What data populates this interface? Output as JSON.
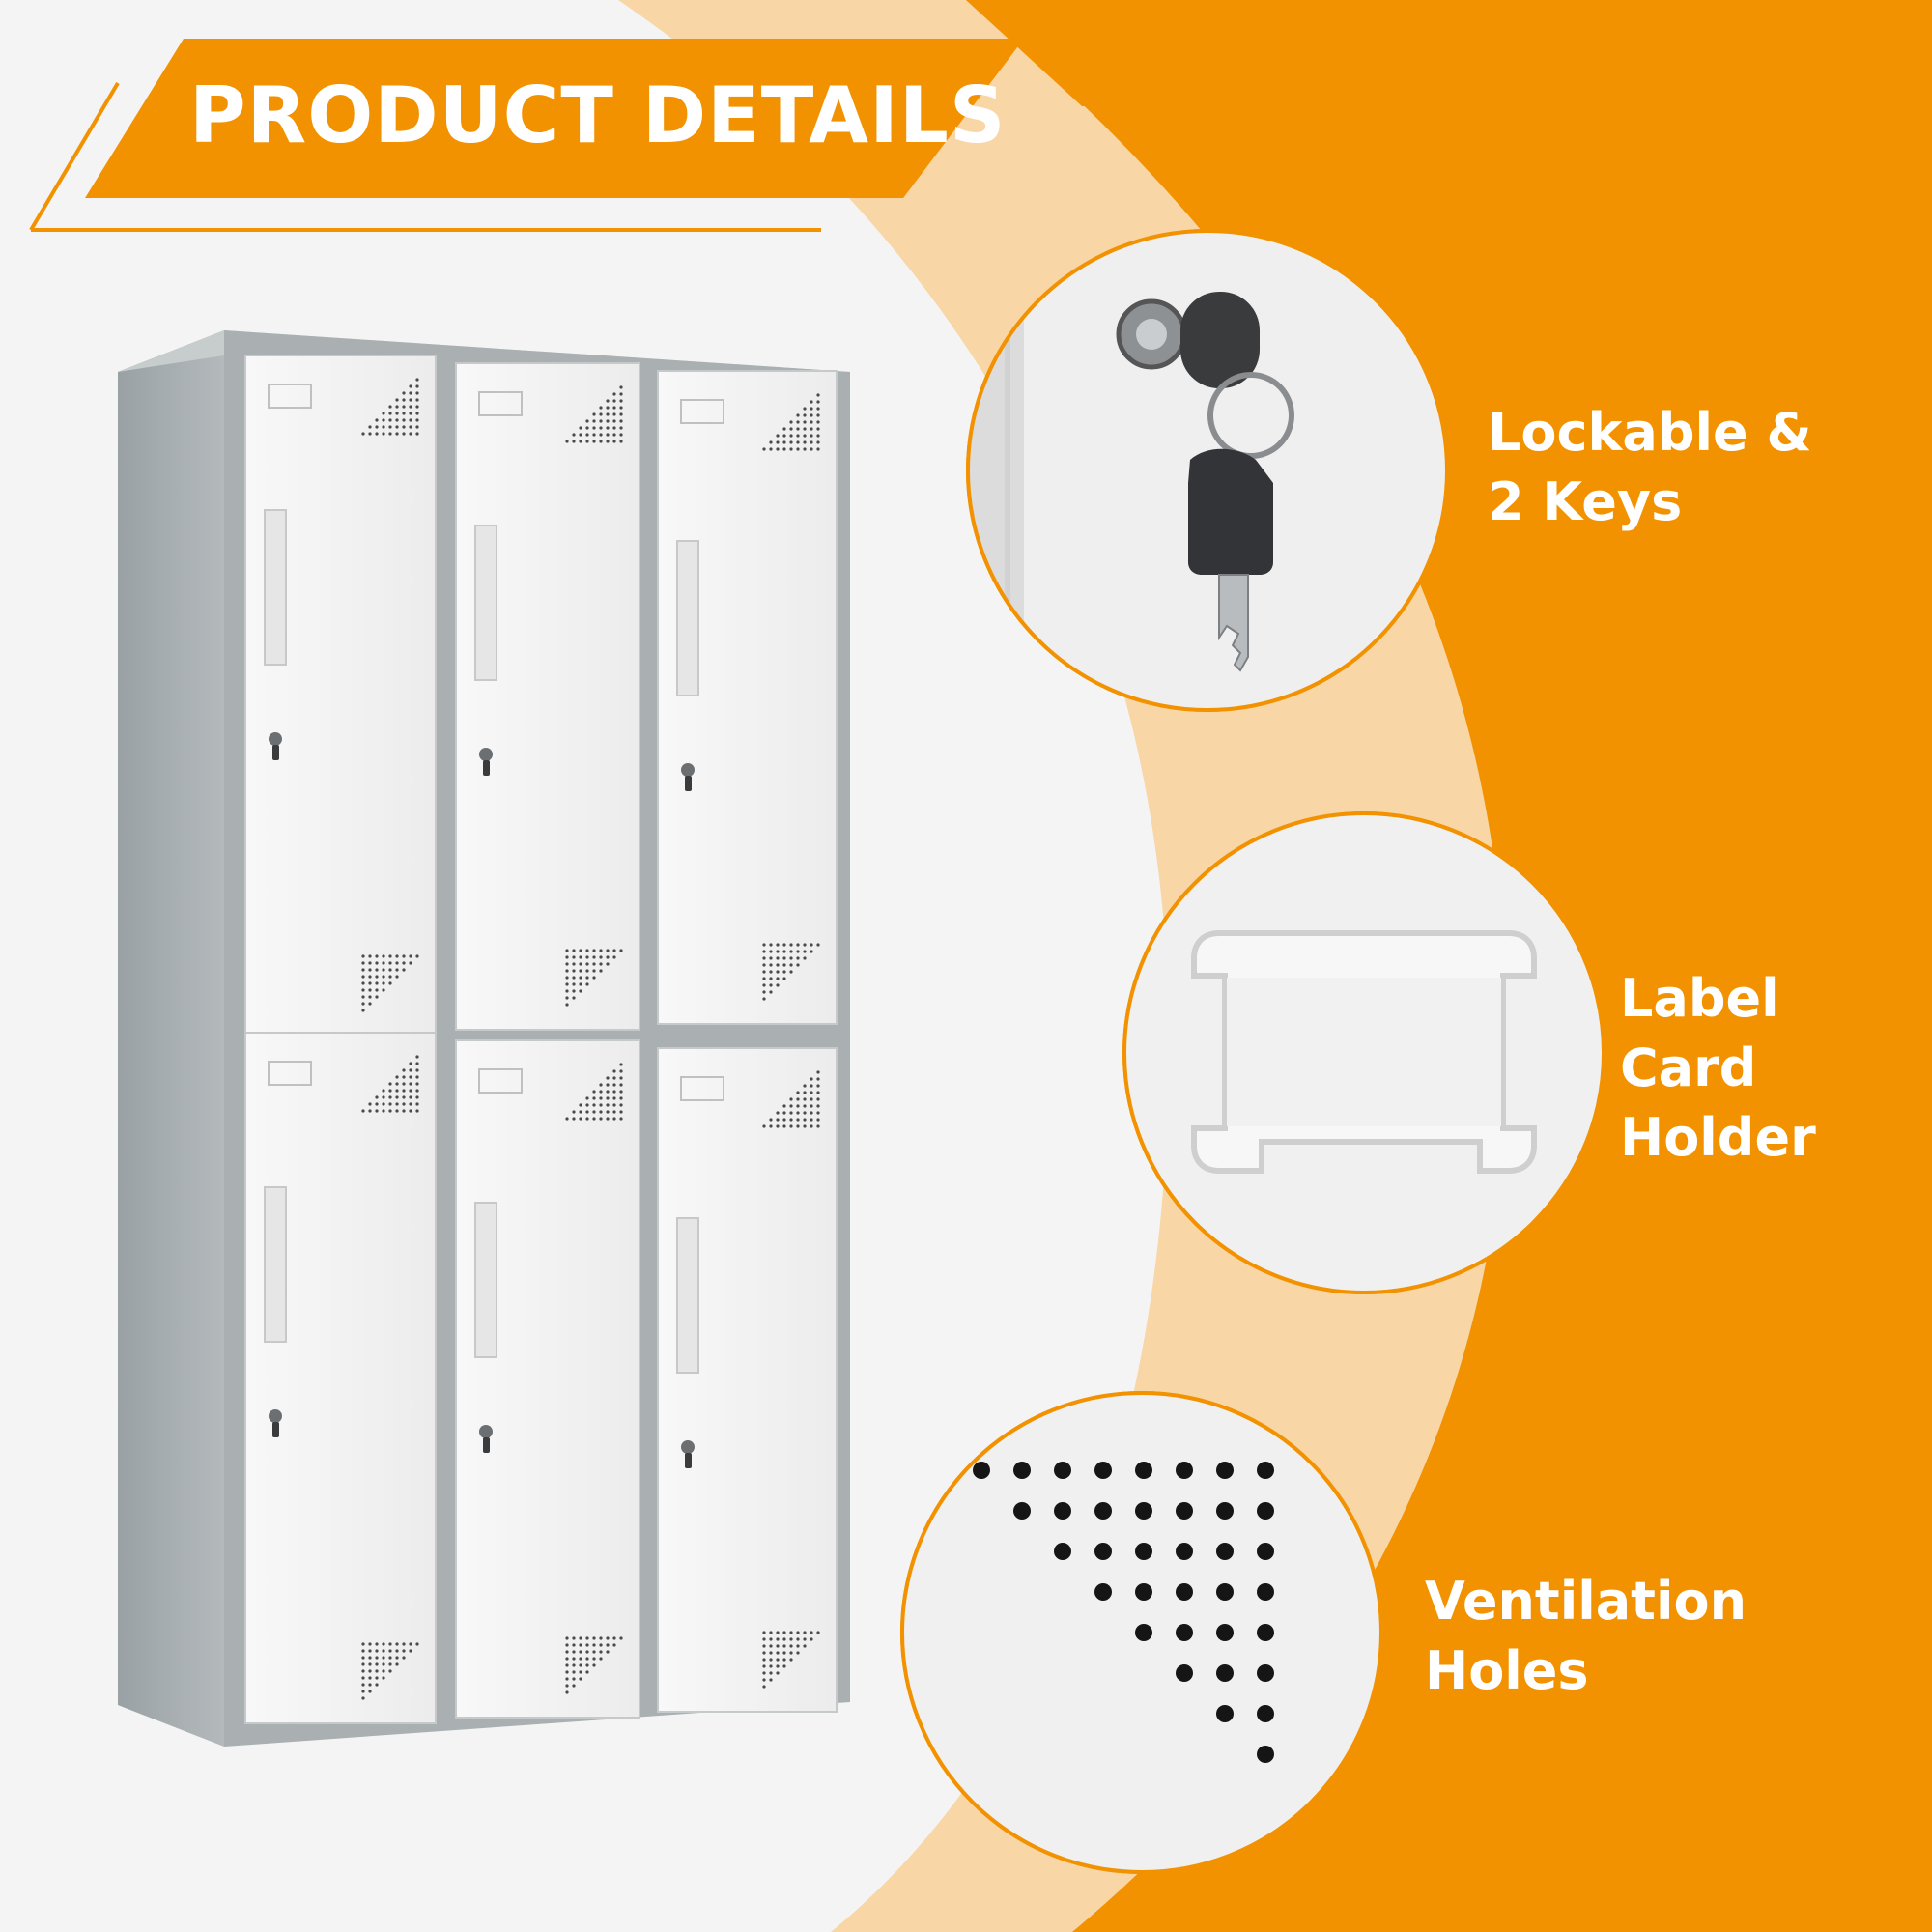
{
  "header": {
    "title": "PRODUCT DETAILS"
  },
  "features": [
    {
      "line1": "Lockable &",
      "line2": "2 Keys",
      "icon": "key-lock-closeup"
    },
    {
      "line1": "Label Card",
      "line2": "Holder",
      "icon": "label-card-holder-closeup"
    },
    {
      "line1": "Ventilation",
      "line2": "Holes",
      "icon": "ventilation-holes-closeup"
    }
  ],
  "colors": {
    "accent_orange": "#F39200",
    "light_peach": "#F8D6A6",
    "background": "#F4F4F4",
    "locker_frame": "#AEB4B6",
    "locker_door": "#F3F3F3"
  },
  "product": {
    "name": "six-door-steel-locker",
    "doors": 6,
    "columns": 3,
    "rows": 2
  }
}
